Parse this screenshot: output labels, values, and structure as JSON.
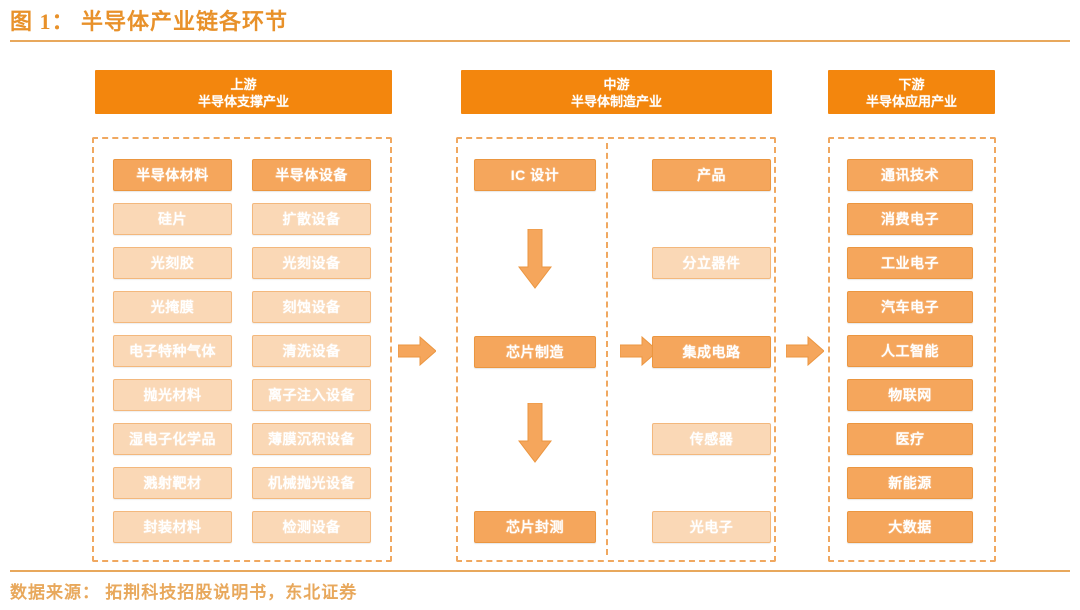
{
  "title": "图 1： 半导体产业链各环节",
  "footer": "数据来源： 拓荆科技招股说明书，东北证券",
  "colors": {
    "accent": "#e8912a",
    "header_bg": "#f3860d",
    "box_dark": "#f5a65c",
    "box_light": "#fad8b6",
    "dashed_border": "#f0a860",
    "rule": "#e8a85c"
  },
  "stages": {
    "upstream": {
      "line1": "上游",
      "line2": "半导体支撑产业"
    },
    "midstream": {
      "line1": "中游",
      "line2": "半导体制造产业"
    },
    "downstream": {
      "line1": "下游",
      "line2": "半导体应用产业"
    }
  },
  "upstream": {
    "materials": [
      {
        "label": "半导体材料",
        "tone": "dark"
      },
      {
        "label": "硅片",
        "tone": "light"
      },
      {
        "label": "光刻胶",
        "tone": "light"
      },
      {
        "label": "光掩膜",
        "tone": "light"
      },
      {
        "label": "电子特种气体",
        "tone": "light"
      },
      {
        "label": "抛光材料",
        "tone": "light"
      },
      {
        "label": "湿电子化学品",
        "tone": "light"
      },
      {
        "label": "溅射靶材",
        "tone": "light"
      },
      {
        "label": "封装材料",
        "tone": "light"
      }
    ],
    "equipment": [
      {
        "label": "半导体设备",
        "tone": "dark"
      },
      {
        "label": "扩散设备",
        "tone": "light"
      },
      {
        "label": "光刻设备",
        "tone": "light"
      },
      {
        "label": "刻蚀设备",
        "tone": "light"
      },
      {
        "label": "清洗设备",
        "tone": "light"
      },
      {
        "label": "离子注入设备",
        "tone": "light"
      },
      {
        "label": "薄膜沉积设备",
        "tone": "light"
      },
      {
        "label": "机械抛光设备",
        "tone": "light"
      },
      {
        "label": "检测设备",
        "tone": "light"
      }
    ]
  },
  "midstream": {
    "process": [
      {
        "label": "IC 设计",
        "tone": "dark"
      },
      {
        "label": "芯片制造",
        "tone": "dark"
      },
      {
        "label": "芯片封测",
        "tone": "dark"
      }
    ],
    "products": [
      {
        "label": "产品",
        "tone": "dark"
      },
      {
        "label": "分立器件",
        "tone": "light"
      },
      {
        "label": "集成电路",
        "tone": "dark"
      },
      {
        "label": "传感器",
        "tone": "light"
      },
      {
        "label": "光电子",
        "tone": "light"
      }
    ]
  },
  "downstream": {
    "applications": [
      {
        "label": "通讯技术",
        "tone": "dark"
      },
      {
        "label": "消费电子",
        "tone": "dark"
      },
      {
        "label": "工业电子",
        "tone": "dark"
      },
      {
        "label": "汽车电子",
        "tone": "dark"
      },
      {
        "label": "人工智能",
        "tone": "dark"
      },
      {
        "label": "物联网",
        "tone": "dark"
      },
      {
        "label": "医疗",
        "tone": "dark"
      },
      {
        "label": "新能源",
        "tone": "dark"
      },
      {
        "label": "大数据",
        "tone": "dark"
      }
    ]
  },
  "arrows": {
    "upstream_to_midstream": "arrow-right-icon",
    "midstream_to_products": "arrow-right-icon",
    "midstream_to_downstream": "arrow-right-icon",
    "design_to_fab": "arrow-down-icon",
    "fab_to_package": "arrow-down-icon"
  }
}
